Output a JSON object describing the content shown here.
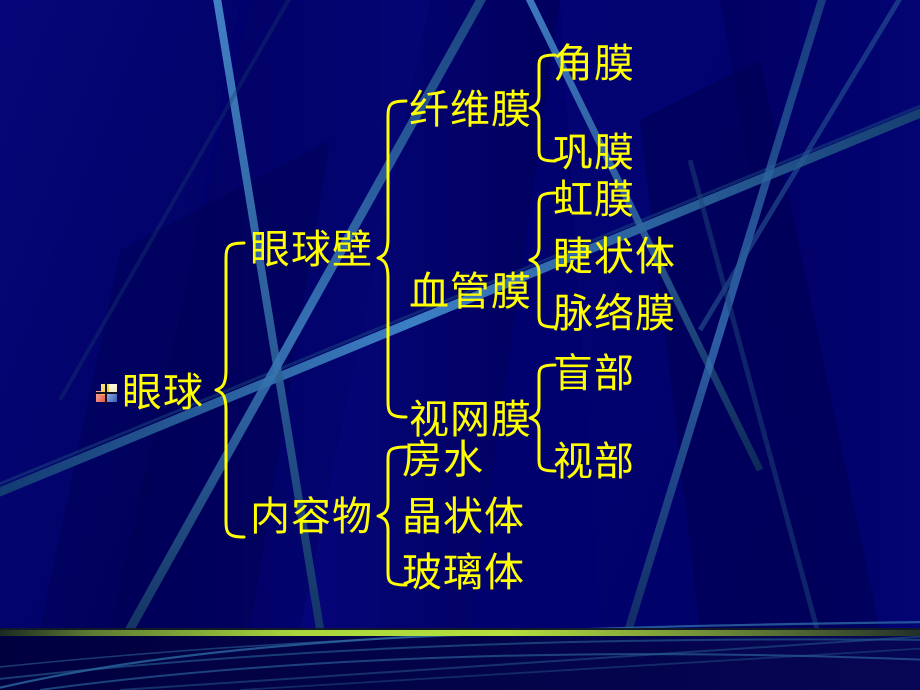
{
  "slide": {
    "type": "presentation-slide",
    "topic": "eyeball-structure-tree-diagram",
    "background_color": "#00006e",
    "accent_line_color": "#9ccc3a",
    "text_color": "#ffff00",
    "decor_line_color": "#2e6ba8"
  },
  "diagram": {
    "root": {
      "label": "眼球",
      "bullet_icon": "powerpoint-colored-squares-icon"
    },
    "level1": [
      {
        "label": "眼球壁"
      },
      {
        "label": "内容物"
      }
    ],
    "level2": [
      {
        "label": "纤维膜"
      },
      {
        "label": "血管膜"
      },
      {
        "label": "视网膜"
      },
      {
        "label": "房水"
      },
      {
        "label": "晶状体"
      },
      {
        "label": "玻璃体"
      }
    ],
    "level3": [
      {
        "label": "角膜"
      },
      {
        "label": "巩膜"
      },
      {
        "label": "虹膜"
      },
      {
        "label": "睫状体"
      },
      {
        "label": "脉络膜"
      },
      {
        "label": "盲部"
      },
      {
        "label": "视部"
      }
    ]
  }
}
